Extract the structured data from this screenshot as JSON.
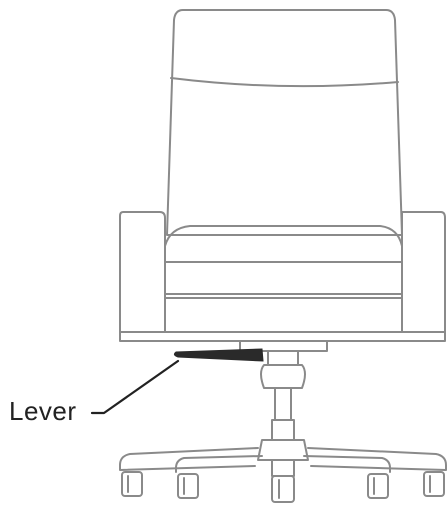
{
  "callout": {
    "label": "Lever"
  },
  "colors": {
    "outline": "#8a8a8a",
    "lever": "#2a2a2a",
    "label": "#222222",
    "background": "#ffffff"
  },
  "parts": [
    "backrest",
    "seat-cushion",
    "left-armrest",
    "right-armrest",
    "seat-base",
    "gas-cylinder",
    "five-star-base",
    "casters",
    "lever"
  ]
}
